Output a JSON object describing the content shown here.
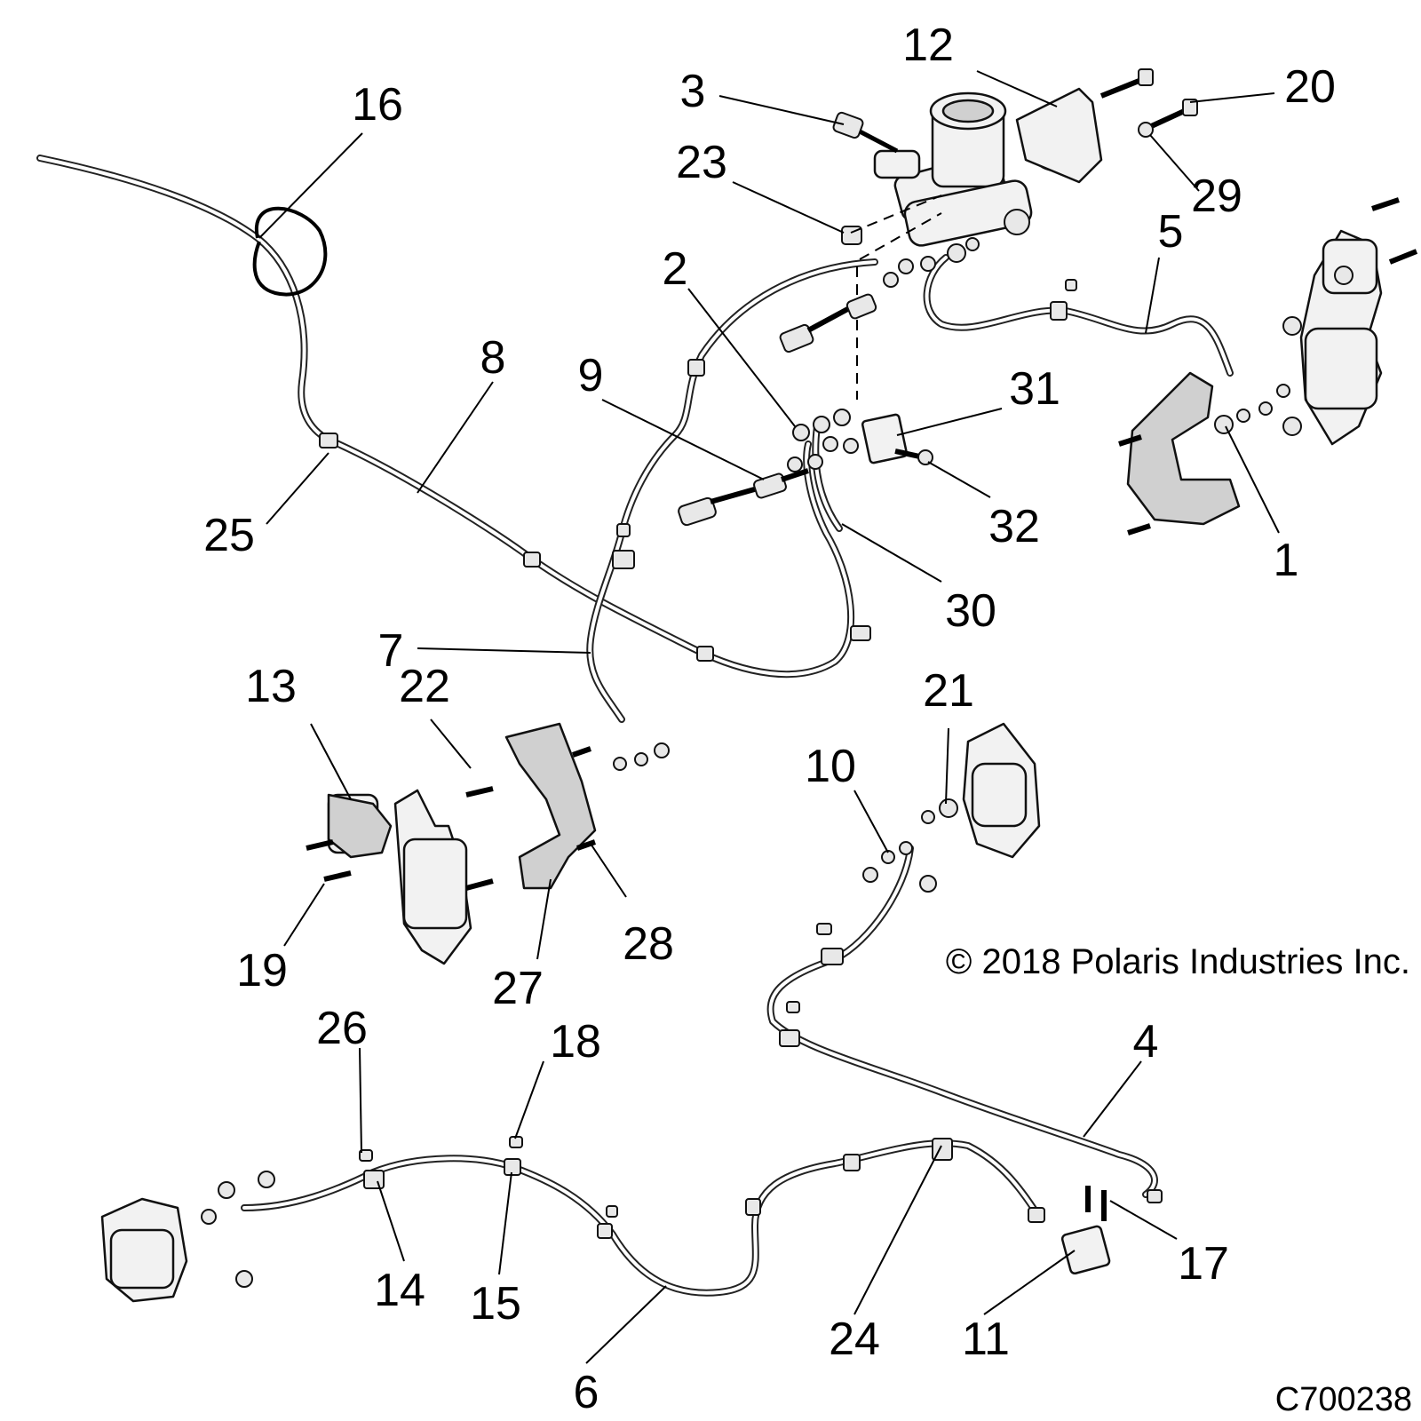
{
  "callouts": {
    "c1": "1",
    "c2": "2",
    "c3": "3",
    "c4": "4",
    "c5": "5",
    "c6": "6",
    "c7": "7",
    "c8": "8",
    "c9": "9",
    "c10": "10",
    "c11": "11",
    "c12": "12",
    "c13": "13",
    "c14": "14",
    "c15": "15",
    "c16": "16",
    "c17": "17",
    "c18": "18",
    "c19": "19",
    "c20": "20",
    "c21": "21",
    "c22": "22",
    "c23": "23",
    "c24": "24",
    "c25": "25",
    "c26": "26",
    "c27": "27",
    "c28": "28",
    "c29": "29",
    "c30": "30",
    "c31": "31",
    "c32": "32"
  },
  "copyright": "© 2018 Polaris Industries Inc.",
  "drawing_id": "C700238"
}
